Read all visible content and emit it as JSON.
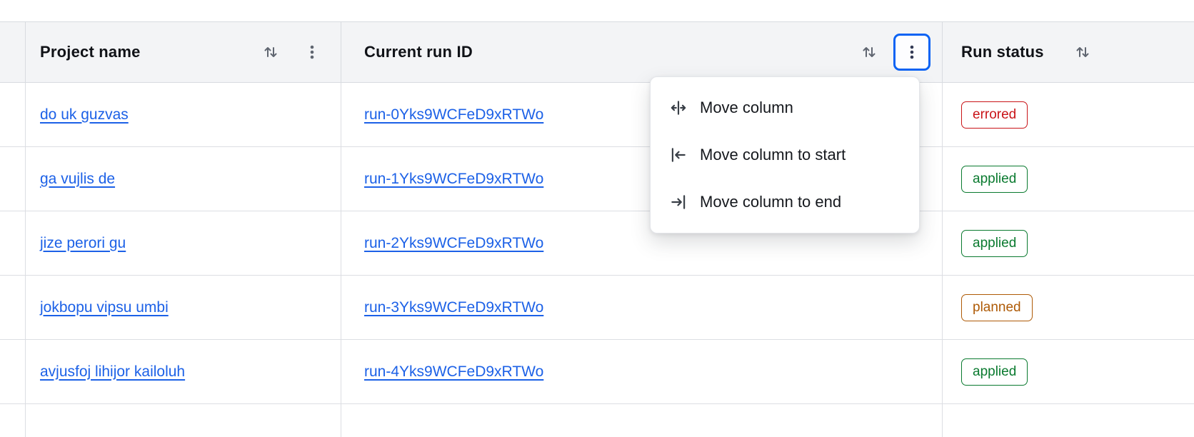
{
  "header": {
    "columns": [
      {
        "label": "Project name"
      },
      {
        "label": "Current run ID"
      },
      {
        "label": "Run status"
      }
    ]
  },
  "menu": {
    "items": [
      {
        "label": "Move column",
        "icon": "move-column-icon"
      },
      {
        "label": "Move column to start",
        "icon": "move-column-start-icon"
      },
      {
        "label": "Move column to end",
        "icon": "move-column-end-icon"
      }
    ]
  },
  "rows": [
    {
      "project": "do uk guzvas",
      "run_id": "run-0Yks9WCFeD9xRTWo",
      "status": "errored",
      "status_kind": "critical"
    },
    {
      "project": "ga vujlis de",
      "run_id": "run-1Yks9WCFeD9xRTWo",
      "status": "applied",
      "status_kind": "success"
    },
    {
      "project": "jize perori gu",
      "run_id": "run-2Yks9WCFeD9xRTWo",
      "status": "applied",
      "status_kind": "success"
    },
    {
      "project": "jokbopu vipsu umbi",
      "run_id": "run-3Yks9WCFeD9xRTWo",
      "status": "planned",
      "status_kind": "warning"
    },
    {
      "project": "avjusfoj lihijor kailoluh",
      "run_id": "run-4Yks9WCFeD9xRTWo",
      "status": "applied",
      "status_kind": "success"
    }
  ],
  "colors": {
    "link": "#1c61e7",
    "status_critical": "#c91418",
    "status_success": "#0a7a2f",
    "status_warning": "#ae5a06",
    "focus_ring": "#0b63f4",
    "header_bg": "#f3f4f6"
  }
}
